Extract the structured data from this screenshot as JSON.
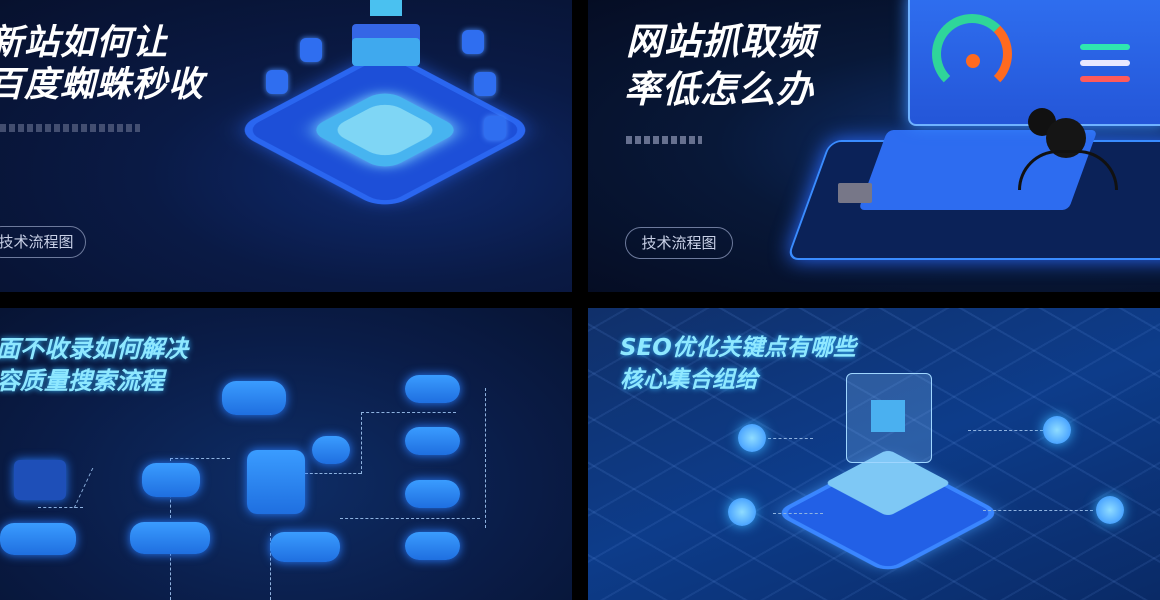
{
  "panels": [
    {
      "title_lines": [
        "新站如何让",
        "百度蜘蛛秒收"
      ],
      "button": "技术流程图"
    },
    {
      "title_lines": [
        "网站抓取频",
        "率低怎么办"
      ],
      "button": "技术流程图"
    },
    {
      "title_lines": [
        "面不收录如何解决",
        "容质量搜索流程"
      ]
    },
    {
      "title_lines": [
        "SEO优化关键点有哪些",
        "核心集合组给"
      ]
    }
  ],
  "colors": {
    "background": "#0a1a45",
    "accent_blue": "#2f6ef0",
    "title_cyan": "#8ee8ff",
    "gauge_green": "#2fd59a",
    "gauge_orange": "#ff6a1f"
  },
  "icons": [
    "isometric-server-platform",
    "spider-robot",
    "dashboard-gauge",
    "flowchart-nodes",
    "glowing-chip-cube"
  ]
}
